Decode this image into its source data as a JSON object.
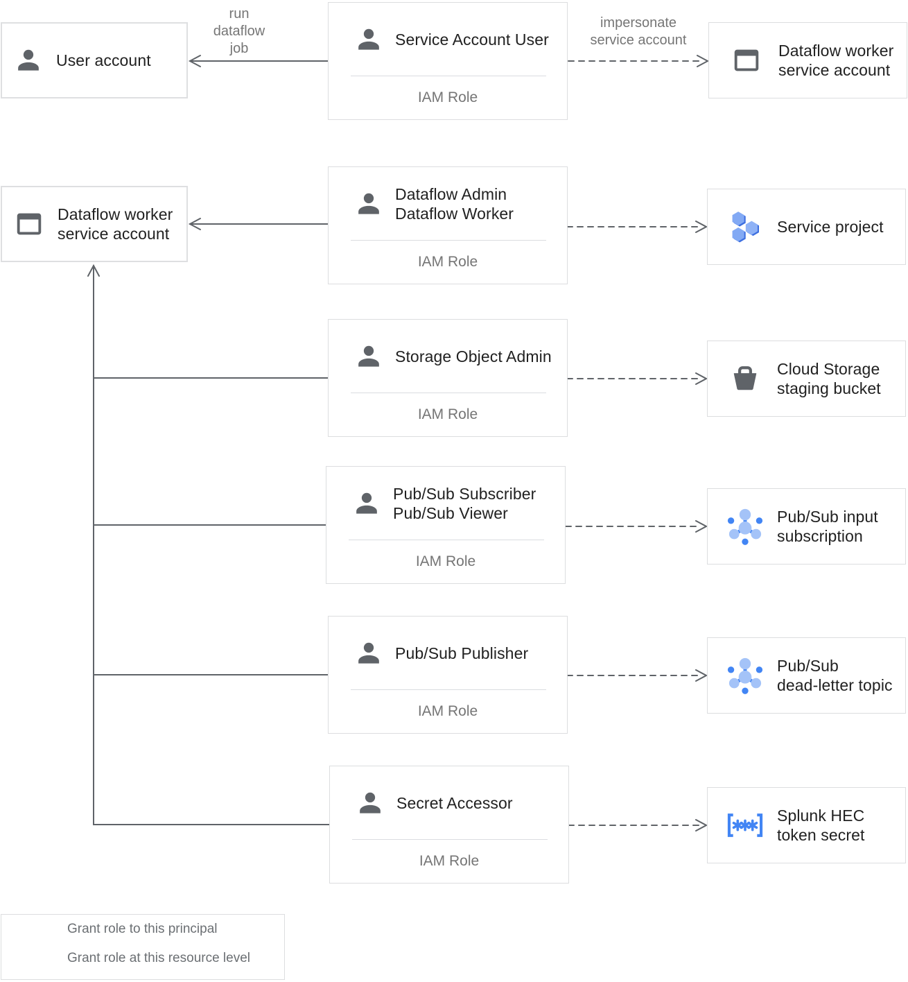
{
  "colors": {
    "line": "#5f6368",
    "box_border": "#dcdddf",
    "title_text": "#212121",
    "muted_text": "#757575",
    "icon_gray": "#5f6368",
    "blue": "#4285f4",
    "blue_light": "#82a9f4"
  },
  "edges": {
    "run_dataflow_job": [
      "run",
      "dataflow",
      "job"
    ],
    "impersonate": [
      "impersonate",
      "service account"
    ]
  },
  "principals": [
    {
      "line1": "User account",
      "icon": "person-icon"
    },
    {
      "line1": "Dataflow worker",
      "line2": "service account",
      "icon": "web-asset-icon"
    }
  ],
  "roles": [
    {
      "line1": "Service Account User",
      "sub": "IAM Role",
      "icon": "person-icon"
    },
    {
      "line1": "Dataflow Admin",
      "line2": "Dataflow Worker",
      "sub": "IAM Role",
      "icon": "person-icon"
    },
    {
      "line1": "Storage Object Admin",
      "sub": "IAM Role",
      "icon": "person-icon"
    },
    {
      "line1": "Pub/Sub Subscriber",
      "line2": "Pub/Sub Viewer",
      "sub": "IAM Role",
      "icon": "person-icon"
    },
    {
      "line1": "Pub/Sub Publisher",
      "sub": "IAM Role",
      "icon": "person-icon"
    },
    {
      "line1": "Secret Accessor",
      "sub": "IAM Role",
      "icon": "person-icon"
    }
  ],
  "resources": [
    {
      "line1": "Dataflow worker",
      "line2": "service account",
      "icon": "web-asset-icon"
    },
    {
      "line1": "Service project",
      "icon": "project-hexagons-icon"
    },
    {
      "line1": "Cloud Storage",
      "line2": "staging bucket",
      "icon": "storage-bucket-icon"
    },
    {
      "line1": "Pub/Sub input",
      "line2": "subscription",
      "icon": "pubsub-icon"
    },
    {
      "line1": "Pub/Sub",
      "line2": "dead-letter topic",
      "icon": "pubsub-icon"
    },
    {
      "line1": "Splunk HEC",
      "line2": "token secret",
      "icon": "secret-manager-icon"
    }
  ],
  "legend": [
    {
      "style": "solid-arrow",
      "label": "Grant role to this principal"
    },
    {
      "style": "dashed-arrow",
      "label": "Grant role at this resource level"
    }
  ]
}
